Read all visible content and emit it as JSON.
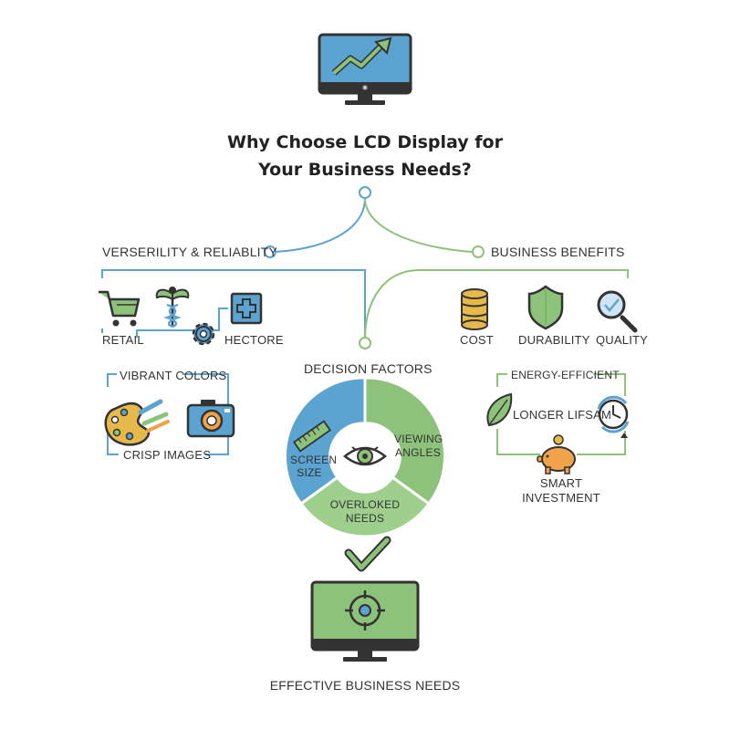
{
  "title": {
    "line1": "Why Choose LCD Display for",
    "line2": "Your Business Needs?"
  },
  "branches": {
    "left_heading": "VERSERILITY & RELIABLITY",
    "right_heading": "BUSINESS BENEFITS"
  },
  "versatility_items": [
    "RETAIL",
    "HECTORE"
  ],
  "benefit_items": [
    "COST",
    "DURABILITY",
    "QUALITY"
  ],
  "imaging": {
    "top_label": "VIBRANT COLORS",
    "bottom_label": "CRISP IMAGES"
  },
  "efficiency": {
    "top_label": "ENERGY-EFFICIENT",
    "middle_label": "LONGER LIFSAM",
    "bottom_label_1": "SMART",
    "bottom_label_2": "INVESTMENT"
  },
  "decision": {
    "heading": "DECISION FACTORS",
    "segments": [
      {
        "line1": "SCREEN",
        "line2": "SIZE"
      },
      {
        "line1": "VIEWING",
        "line2": "ANGLES"
      },
      {
        "line1": "OVERLOKED",
        "line2": "NEEDS"
      }
    ]
  },
  "result": {
    "label": "EFFECTIVE BUSINESS NEEDS"
  },
  "colors": {
    "blue": "#5ba3d0",
    "green": "#8dc27a",
    "dark": "#3b3b3b",
    "gold": "#e6b94a",
    "orange": "#f0a34a"
  },
  "icons": [
    "monitor-chart-icon",
    "shopping-cart-icon",
    "caduceus-icon",
    "gear-icon",
    "medical-cross-icon",
    "coins-icon",
    "shield-icon",
    "magnifier-check-icon",
    "palette-icon",
    "camera-icon",
    "leaf-icon",
    "clock-cycle-icon",
    "piggy-bank-icon",
    "ruler-icon",
    "eye-icon",
    "checkmark-icon",
    "monitor-target-icon"
  ]
}
